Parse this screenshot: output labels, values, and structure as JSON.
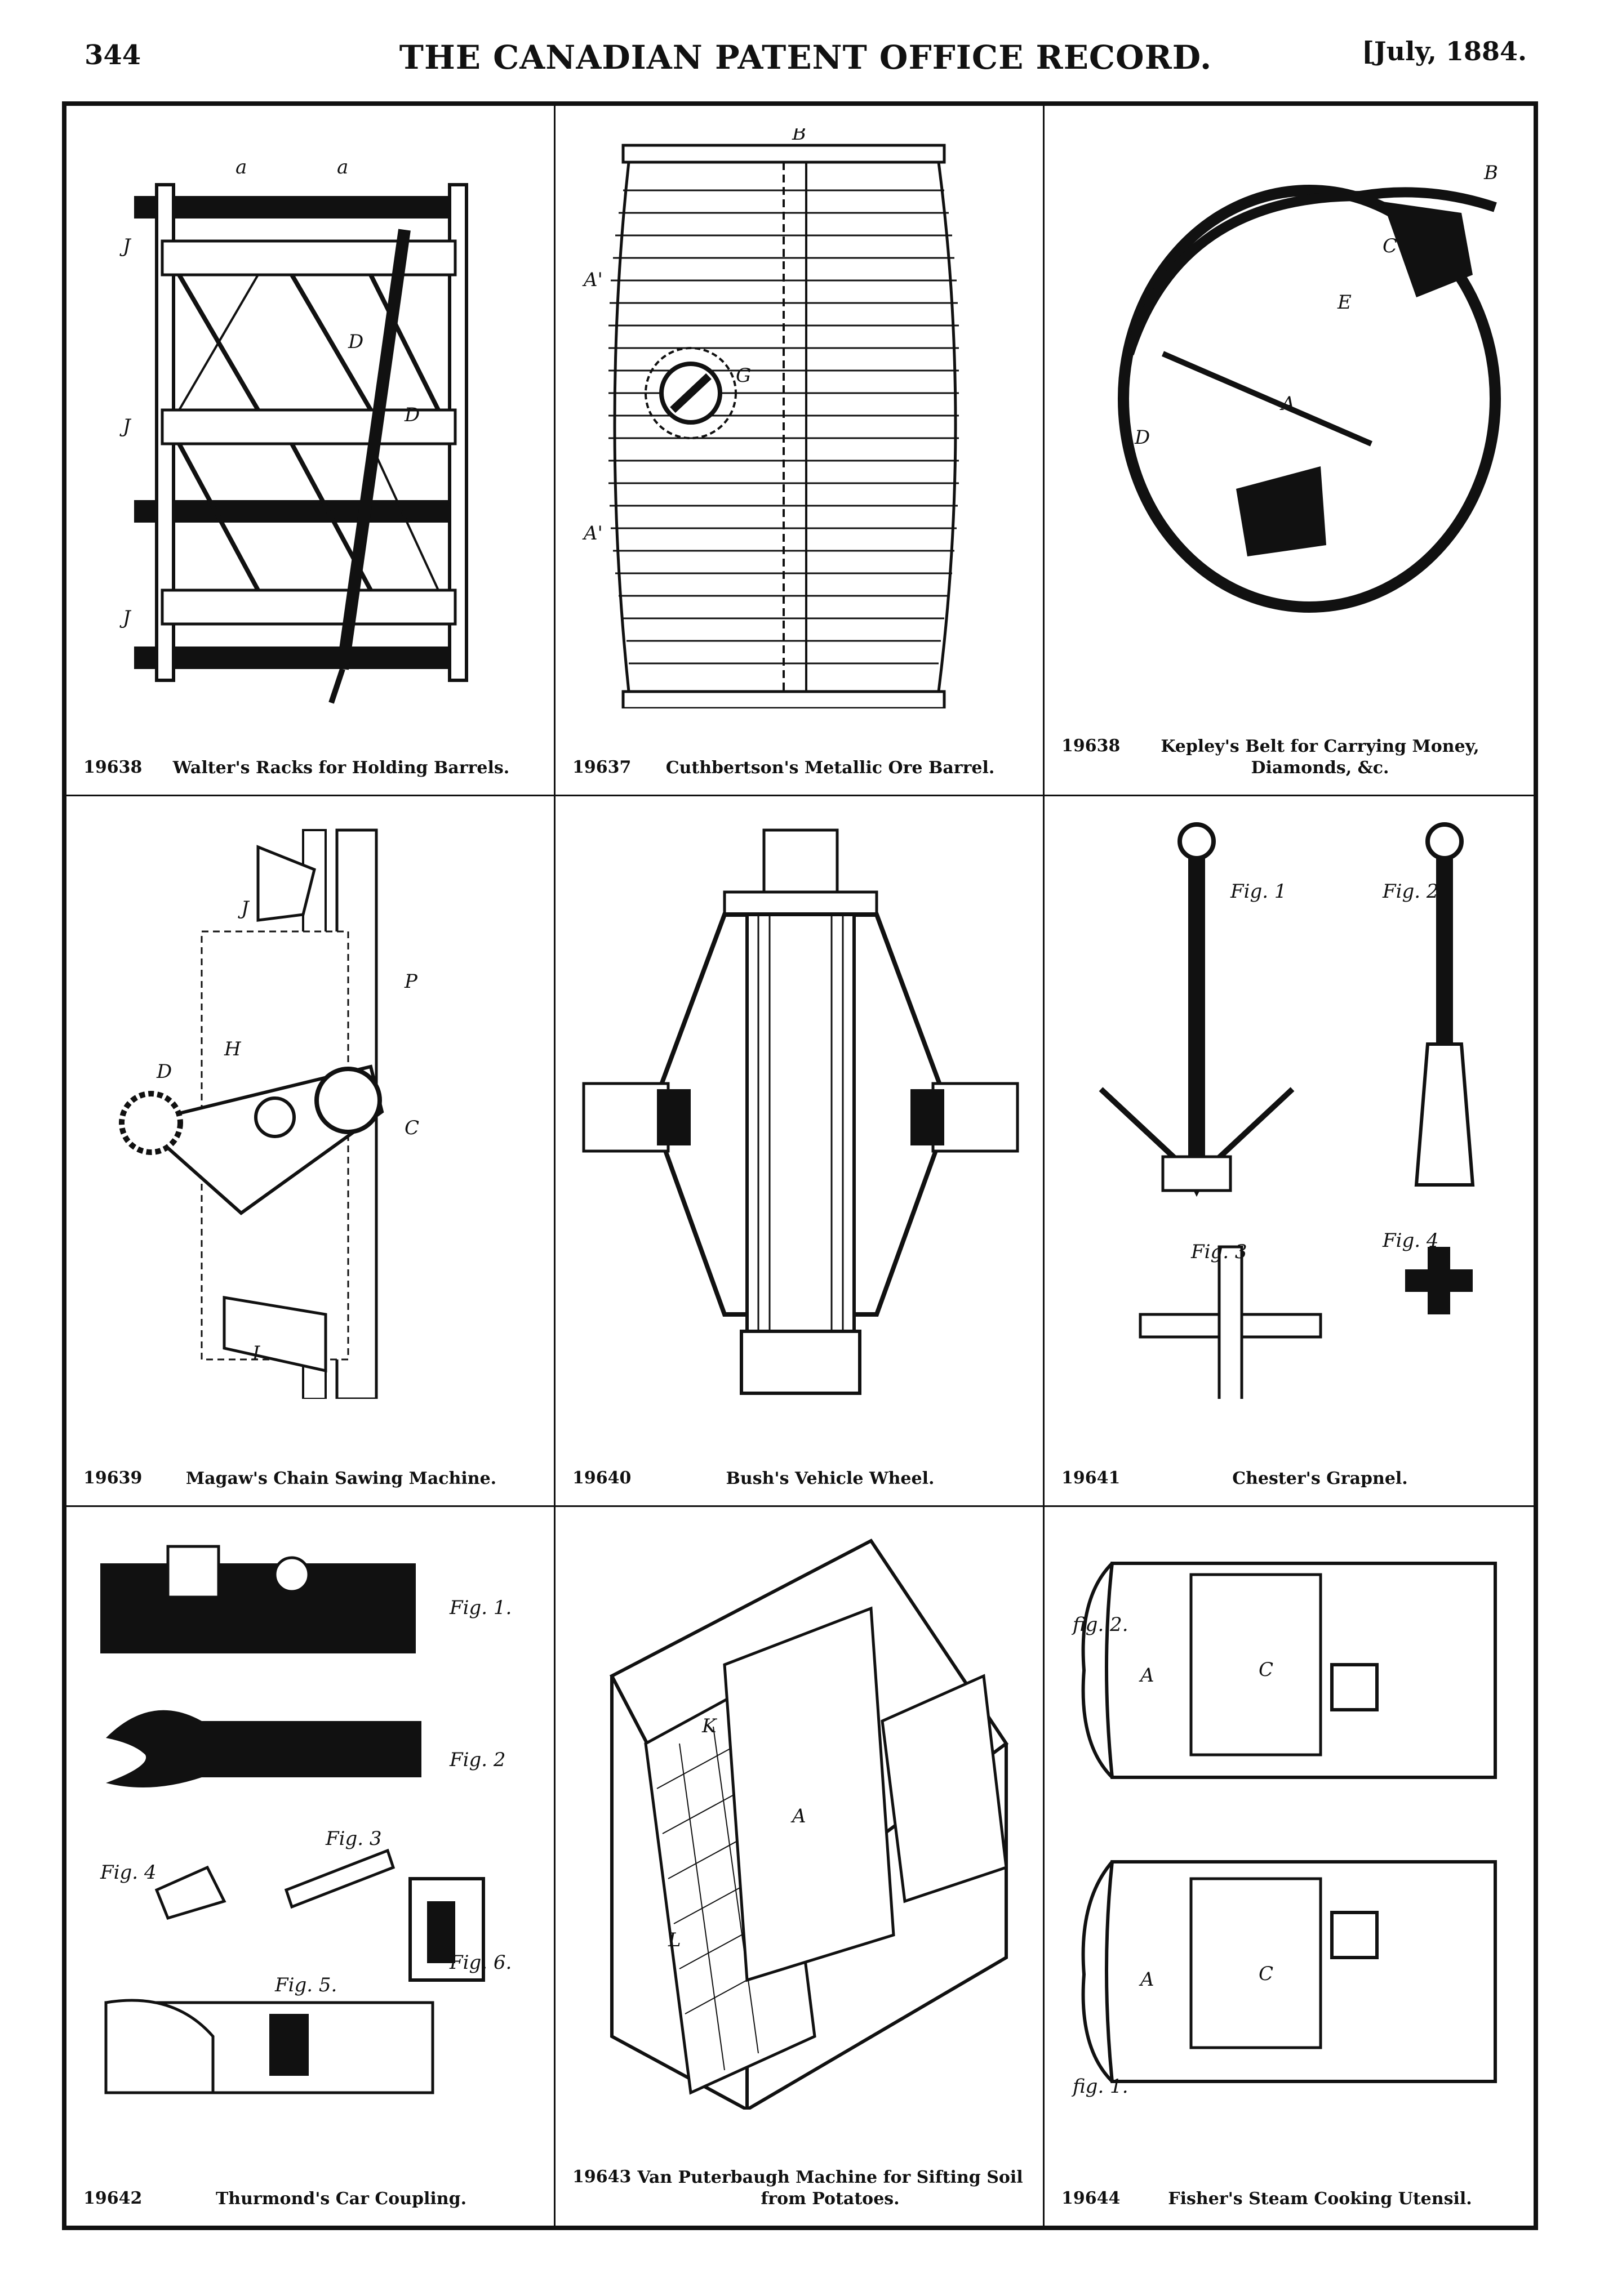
{
  "header": {
    "page_number": "344",
    "journal_title": "THE CANADIAN PATENT OFFICE RECORD.",
    "issue_date": "[July, 1884."
  },
  "patents": [
    {
      "number": "19638",
      "title": "Walter's Racks for Holding Barrels."
    },
    {
      "number": "19637",
      "title": "Cuthbertson's Metallic Ore Barrel."
    },
    {
      "number": "19638",
      "title": "Kepley's Belt for Carrying Money, Diamonds, &c."
    },
    {
      "number": "19639",
      "title": "Magaw's Chain Sawing Machine."
    },
    {
      "number": "19640",
      "title": "Bush's Vehicle Wheel."
    },
    {
      "number": "19641",
      "title": "Chester's Grapnel."
    },
    {
      "number": "19642",
      "title": "Thurmond's Car Coupling."
    },
    {
      "number": "19643",
      "title": "Van Puterbaugh Machine for Sifting Soil from Potatoes."
    },
    {
      "number": "19644",
      "title": "Fisher's Steam Cooking Utensil."
    }
  ],
  "figure_labels": {
    "grapnel": [
      "Fig. 1",
      "Fig. 2",
      "Fig. 3",
      "Fig. 4"
    ],
    "coupling": [
      "Fig. 1.",
      "Fig. 2",
      "Fig. 3",
      "Fig. 4",
      "Fig. 5.",
      "Fig. 6."
    ],
    "cooker": [
      "fig. 2.",
      "fig. 1."
    ]
  }
}
